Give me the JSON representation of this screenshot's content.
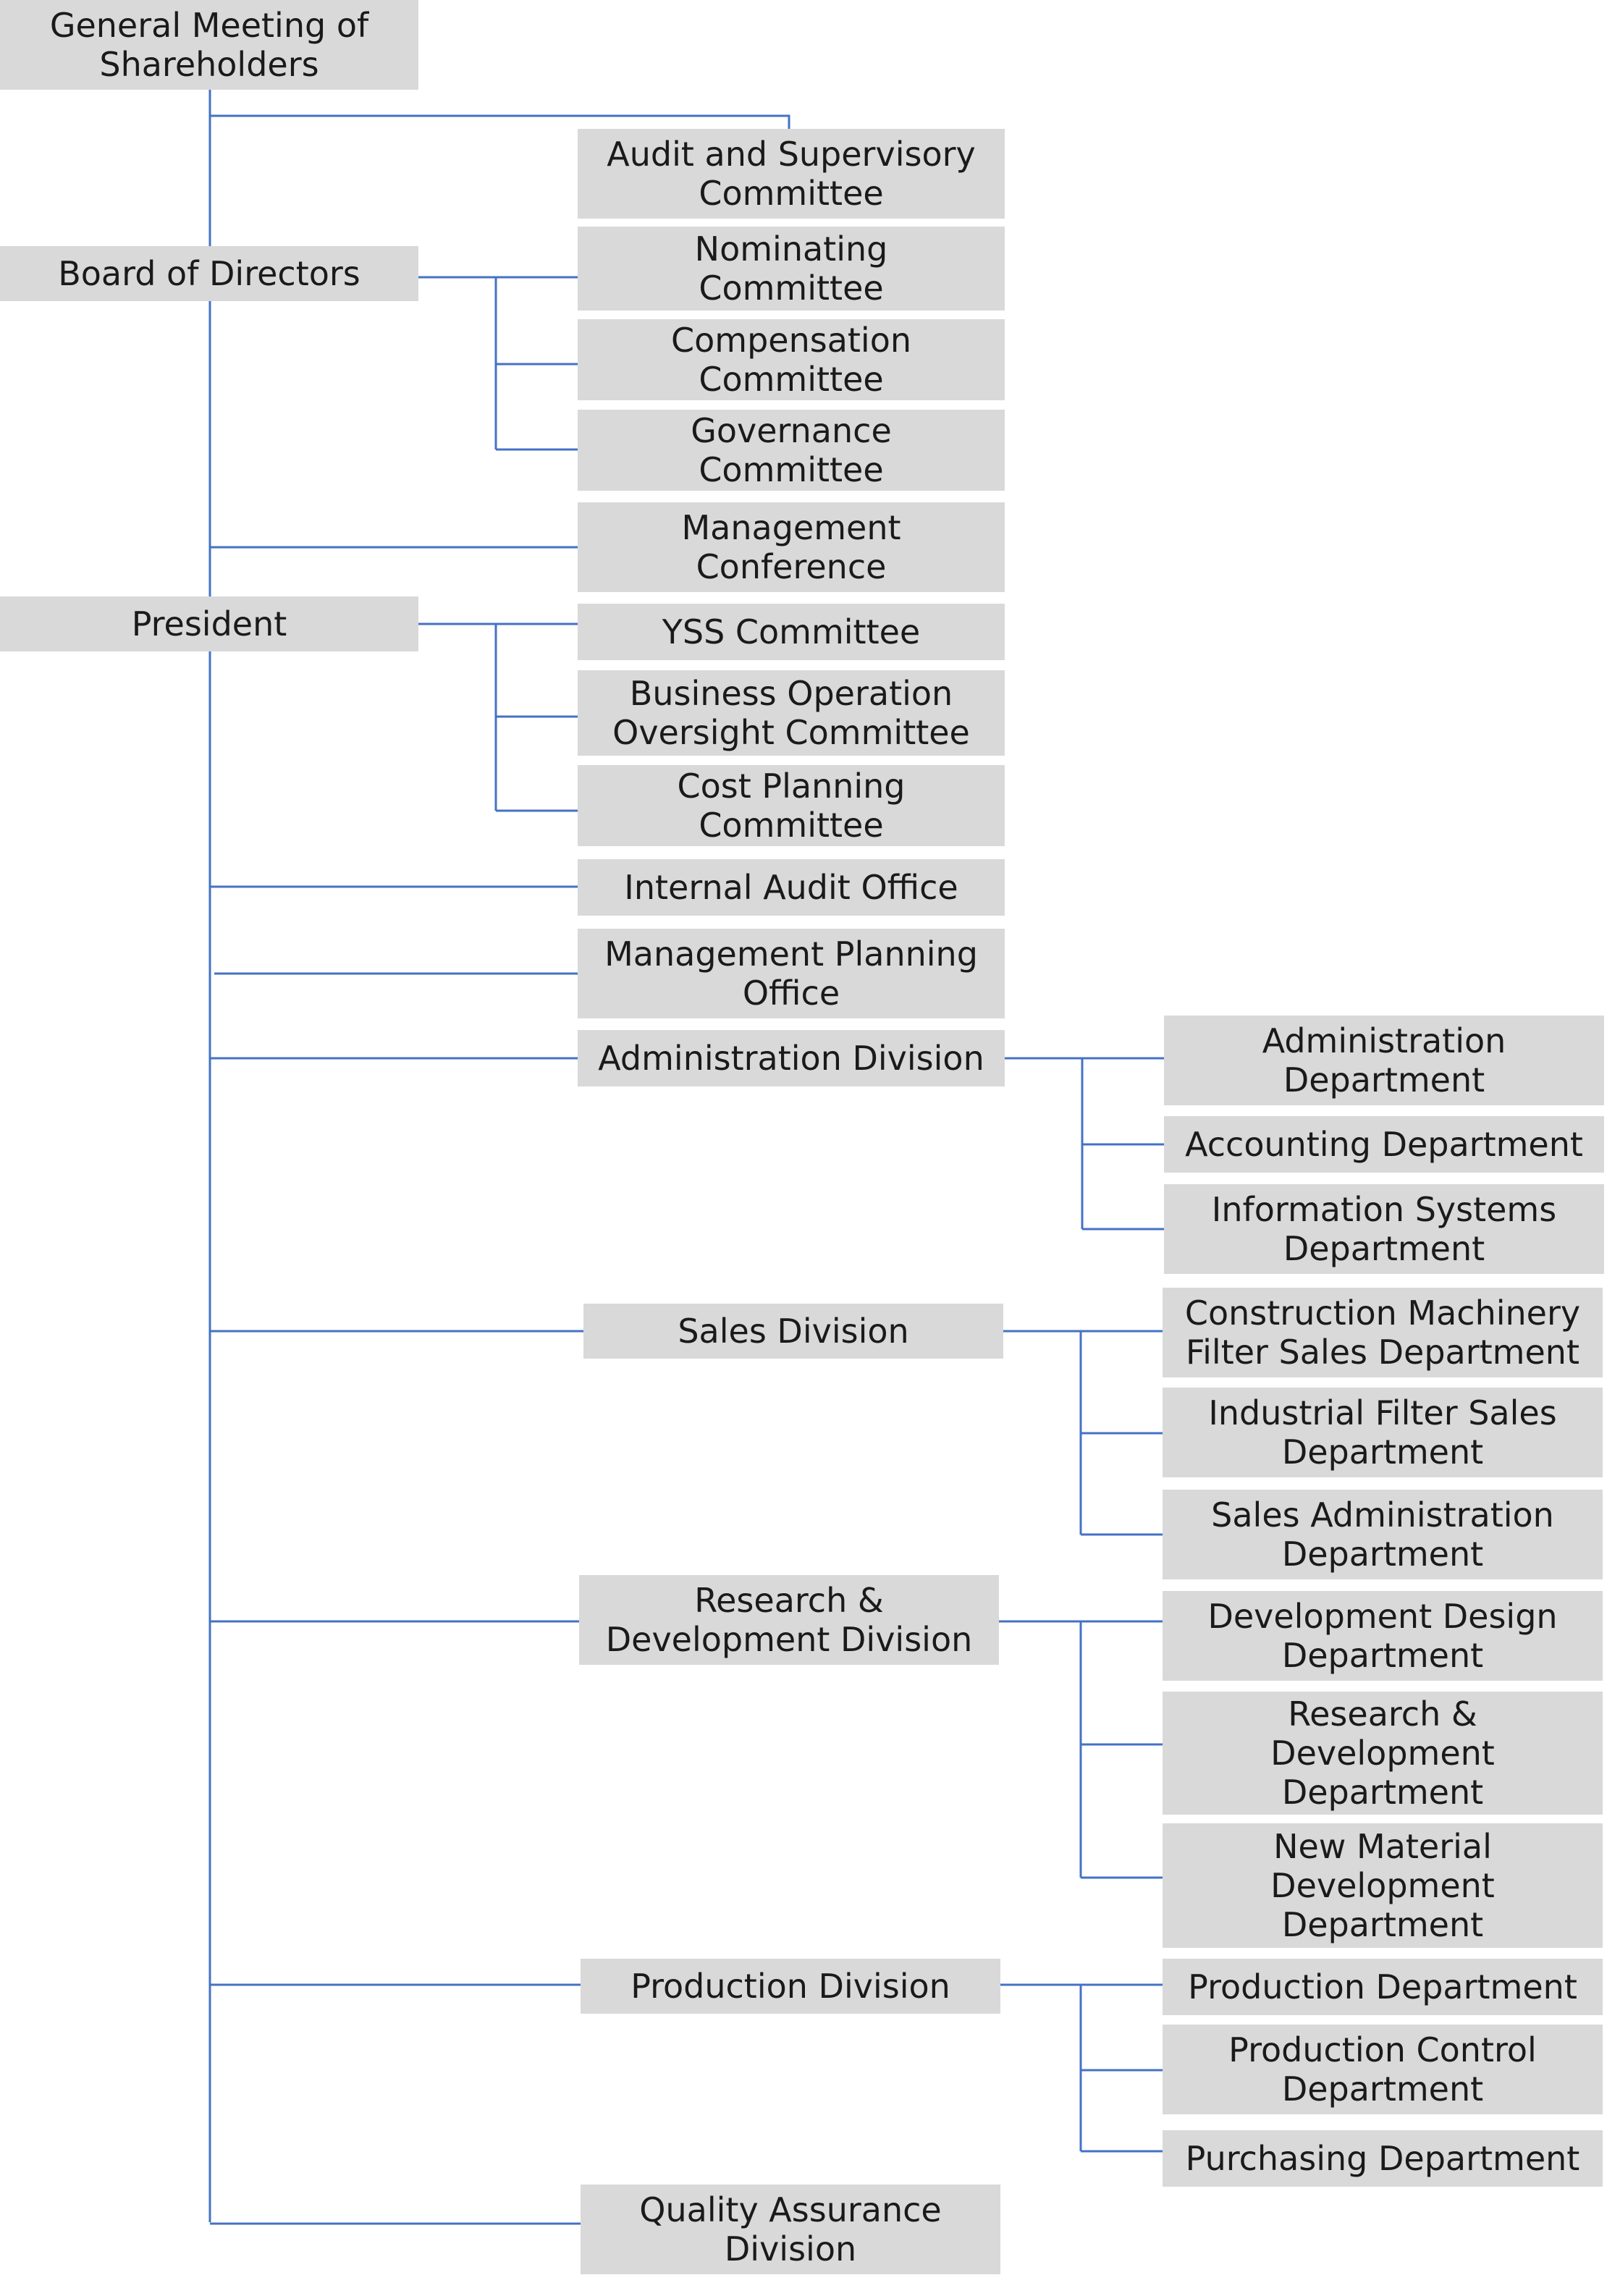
{
  "colors": {
    "box_fill": "#d9d9d9",
    "connector": "#4472c4",
    "text": "#1a1a1a"
  },
  "nodes": {
    "general_meeting": "General Meeting of\nShareholders",
    "board_of_directors": "Board of Directors",
    "president": "President",
    "audit_supervisory_committee": "Audit and Supervisory\nCommittee",
    "nominating_committee": "Nominating\nCommittee",
    "compensation_committee": "Compensation\nCommittee",
    "governance_committee": "Governance\nCommittee",
    "management_conference": "Management\nConference",
    "yss_committee": "YSS Committee",
    "business_operation_oversight_committee": "Business Operation\nOversight Committee",
    "cost_planning_committee": "Cost Planning\nCommittee",
    "internal_audit_office": "Internal Audit Office",
    "management_planning_office": "Management Planning\nOffice",
    "administration_division": "Administration Division",
    "sales_division": "Sales Division",
    "rnd_division": "Research &\nDevelopment Division",
    "production_division": "Production Division",
    "quality_assurance_division": "Quality Assurance\nDivision",
    "administration_department": "Administration\nDepartment",
    "accounting_department": "Accounting Department",
    "information_systems_department": "Information Systems\nDepartment",
    "construction_machinery_filter_sales_department": "Construction Machinery\nFilter Sales Department",
    "industrial_filter_sales_department": "Industrial Filter Sales\nDepartment",
    "sales_administration_department": "Sales Administration\nDepartment",
    "development_design_department": "Development Design\nDepartment",
    "rnd_department": "Research &\nDevelopment\nDepartment",
    "new_material_development_department": "New Material\nDevelopment\nDepartment",
    "production_department": "Production Department",
    "production_control_department": "Production Control\nDepartment",
    "purchasing_department": "Purchasing Department"
  }
}
